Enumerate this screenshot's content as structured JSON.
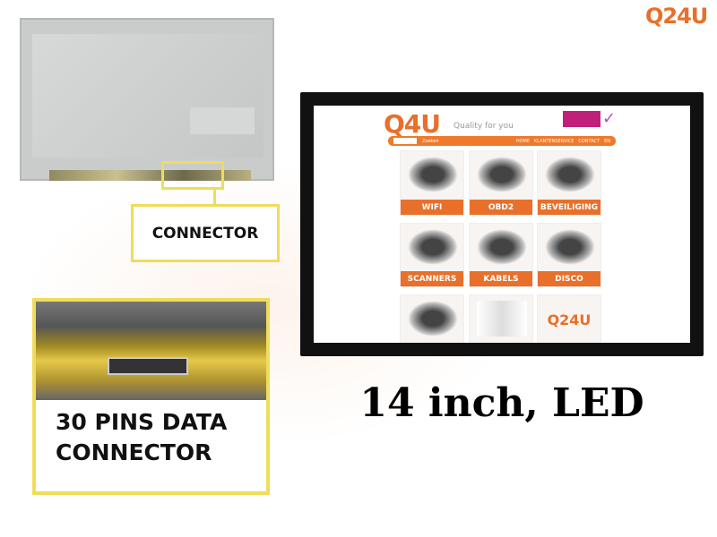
{
  "brand": {
    "logo": "Q4U",
    "corner_logo": "Q24U",
    "accent": "#e8702a",
    "callout_color": "#f0dc5a"
  },
  "callouts": {
    "connector": "CONNECTOR",
    "pins_line1": "30 PINS DATA",
    "pins_line2": "CONNECTOR"
  },
  "headline": "14 inch, LED",
  "website": {
    "logo": "Q4U",
    "tagline": "Quality for you",
    "search_button": "Zoeken",
    "nav": [
      "HOME",
      "KLANTENSERVICE",
      "CONTACT",
      "EN"
    ],
    "tiles": [
      "WIFI",
      "OBD2",
      "BEVEILIGING",
      "SCANNERS",
      "KABELS",
      "DISCO",
      "",
      "",
      ""
    ],
    "promo_tile": "Q24U"
  }
}
